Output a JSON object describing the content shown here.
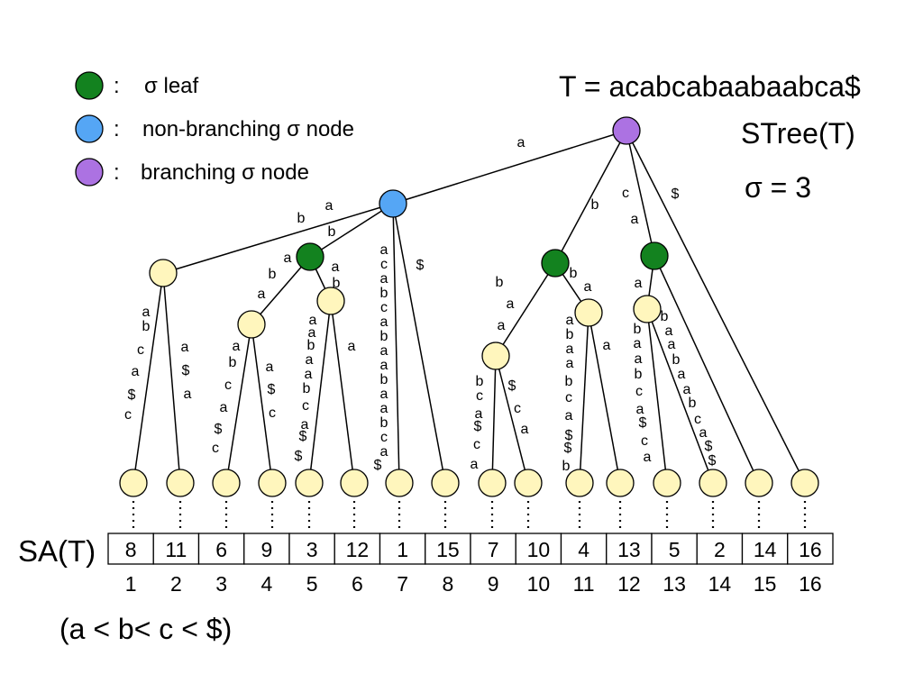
{
  "legend": [
    {
      "marker": "dark-green-circle",
      "color": "#13821f",
      "sep": ":",
      "label": "σ leaf"
    },
    {
      "marker": "blue-circle",
      "color": "#55a6f5",
      "sep": ":",
      "label": "non-branching σ node"
    },
    {
      "marker": "purple-circle",
      "color": "#ac72e2",
      "sep": ":",
      "label": "branching σ node"
    }
  ],
  "text_label": "T = acabcabaabaabca$",
  "structure_label": "STree(T)",
  "sigma_label": "σ = 3",
  "sa_label": "SA(T)",
  "order_note": "(a < b< c < $)",
  "colors": {
    "leaf_fill": "#fff6bd",
    "sigma_leaf": "#13821f",
    "non_branching": "#55a6f5",
    "branching": "#ac72e2"
  },
  "suffix_array": {
    "values": [
      8,
      11,
      6,
      9,
      3,
      12,
      1,
      15,
      7,
      10,
      4,
      13,
      5,
      2,
      14,
      16
    ],
    "indices": [
      1,
      2,
      3,
      4,
      5,
      6,
      7,
      8,
      9,
      10,
      11,
      12,
      13,
      14,
      15,
      16
    ]
  },
  "edge_labels": [
    "a",
    "b",
    "c",
    "a",
    "$",
    "a",
    "b",
    "b",
    "a",
    "c",
    "a",
    "b",
    "c",
    "a",
    "b",
    "a",
    "a",
    "b",
    "a",
    "a",
    "b",
    "c",
    "a",
    "$",
    "$",
    "a",
    "b",
    "a",
    "a",
    "b",
    "c",
    "a",
    "$",
    "c",
    "a",
    "$",
    "a",
    "a",
    "b",
    "c",
    "a",
    "$",
    "c",
    "a",
    "$",
    "c",
    "a",
    "b",
    "a",
    "a",
    "b",
    "a",
    "a",
    "b",
    "c",
    "a",
    "$",
    "$",
    "a",
    "b",
    "a",
    "a",
    "b",
    "c",
    "a",
    "$",
    "c",
    "a",
    "$",
    "c",
    "a",
    "b",
    "a",
    "a",
    "b",
    "a",
    "a",
    "b",
    "c",
    "a",
    "$",
    "$",
    "b",
    "a",
    "a",
    "b",
    "a",
    "a",
    "b",
    "c",
    "a",
    "$",
    "c",
    "a",
    "b",
    "a",
    "a",
    "b",
    "a",
    "a",
    "b",
    "c",
    "a",
    "$",
    "$"
  ]
}
